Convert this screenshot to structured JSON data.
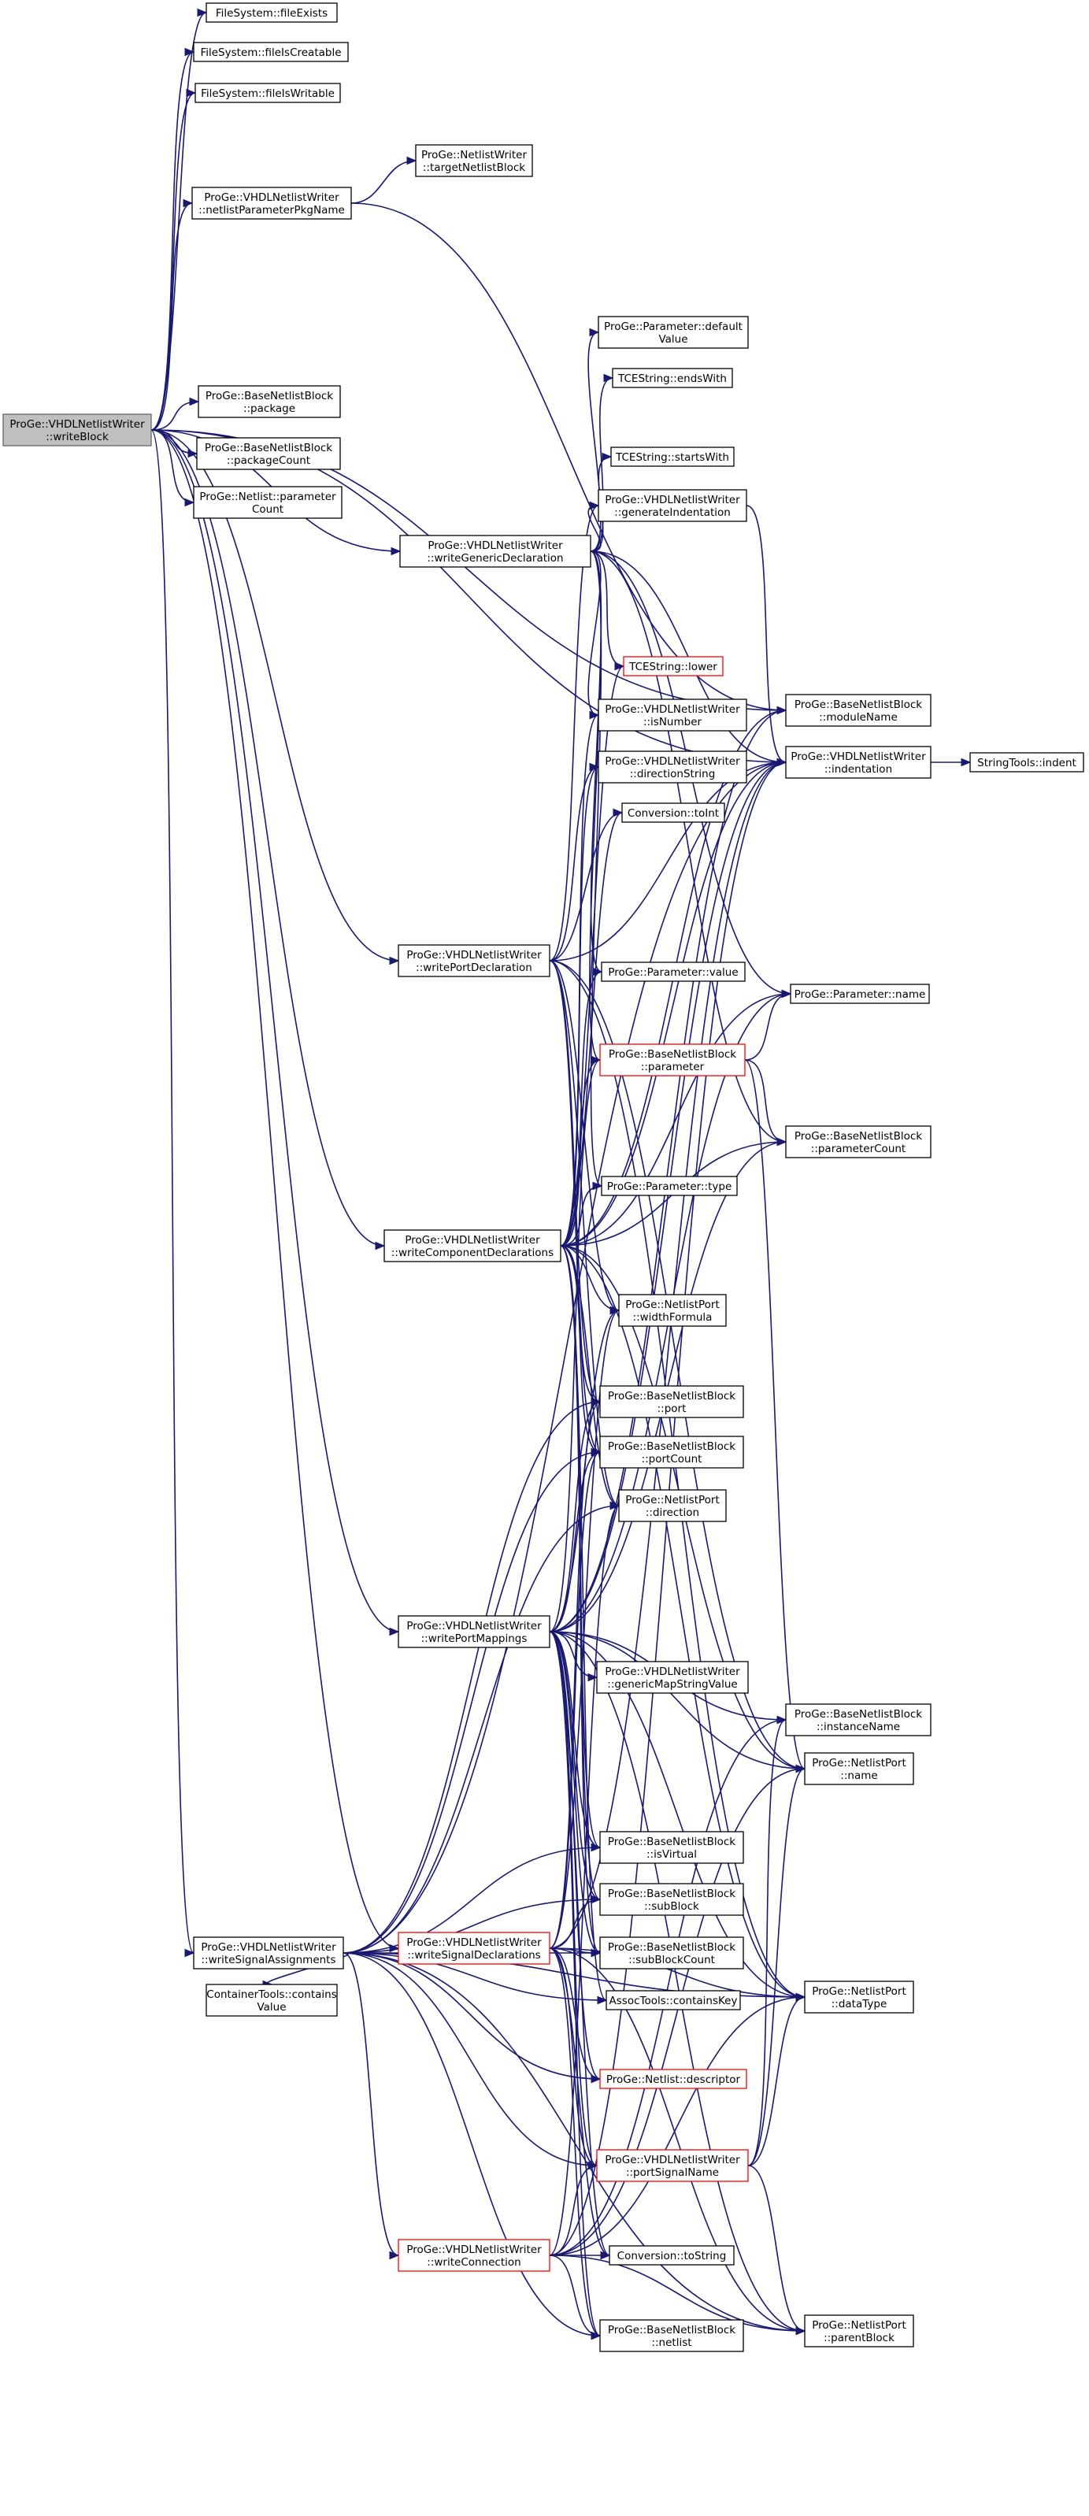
{
  "diagram": {
    "root": "writeBlock",
    "nodes": [
      {
        "id": "writeBlock",
        "lines": [
          "ProGe::VHDLNetlistWriter",
          "::writeBlock"
        ],
        "root": true
      },
      {
        "id": "fileExists",
        "lines": [
          "FileSystem::fileExists"
        ]
      },
      {
        "id": "fileIsCreatable",
        "lines": [
          "FileSystem::fileIsCreatable"
        ]
      },
      {
        "id": "fileIsWritable",
        "lines": [
          "FileSystem::fileIsWritable"
        ]
      },
      {
        "id": "targetNetlistBlock",
        "lines": [
          "ProGe::NetlistWriter",
          "::targetNetlistBlock"
        ]
      },
      {
        "id": "netlistParameterPkgName",
        "lines": [
          "ProGe::VHDLNetlistWriter",
          "::netlistParameterPkgName"
        ]
      },
      {
        "id": "defaultValue",
        "lines": [
          "ProGe::Parameter::default",
          "Value"
        ]
      },
      {
        "id": "endsWith",
        "lines": [
          "TCEString::endsWith"
        ]
      },
      {
        "id": "package",
        "lines": [
          "ProGe::BaseNetlistBlock",
          "::package"
        ]
      },
      {
        "id": "packageCount",
        "lines": [
          "ProGe::BaseNetlistBlock",
          "::packageCount"
        ]
      },
      {
        "id": "startsWith",
        "lines": [
          "TCEString::startsWith"
        ]
      },
      {
        "id": "parameterCountNetlist",
        "lines": [
          "ProGe::Netlist::parameter",
          "Count"
        ]
      },
      {
        "id": "generateIndentation",
        "lines": [
          "ProGe::VHDLNetlistWriter",
          "::generateIndentation"
        ]
      },
      {
        "id": "writeGenericDeclaration",
        "lines": [
          "ProGe::VHDLNetlistWriter",
          "::writeGenericDeclaration"
        ]
      },
      {
        "id": "lower",
        "lines": [
          "TCEString::lower"
        ],
        "red": true
      },
      {
        "id": "moduleName",
        "lines": [
          "ProGe::BaseNetlistBlock",
          "::moduleName"
        ]
      },
      {
        "id": "isNumber",
        "lines": [
          "ProGe::VHDLNetlistWriter",
          "::isNumber"
        ]
      },
      {
        "id": "indentation",
        "lines": [
          "ProGe::VHDLNetlistWriter",
          "::indentation"
        ]
      },
      {
        "id": "indent",
        "lines": [
          "StringTools::indent"
        ]
      },
      {
        "id": "directionString",
        "lines": [
          "ProGe::VHDLNetlistWriter",
          "::directionString"
        ]
      },
      {
        "id": "toInt",
        "lines": [
          "Conversion::toInt"
        ]
      },
      {
        "id": "writePortDeclaration",
        "lines": [
          "ProGe::VHDLNetlistWriter",
          "::writePortDeclaration"
        ]
      },
      {
        "id": "paramValue",
        "lines": [
          "ProGe::Parameter::value"
        ]
      },
      {
        "id": "paramName",
        "lines": [
          "ProGe::Parameter::name"
        ]
      },
      {
        "id": "parameter",
        "lines": [
          "ProGe::BaseNetlistBlock",
          "::parameter"
        ],
        "red": true
      },
      {
        "id": "parameterCount",
        "lines": [
          "ProGe::BaseNetlistBlock",
          "::parameterCount"
        ]
      },
      {
        "id": "paramType",
        "lines": [
          "ProGe::Parameter::type"
        ]
      },
      {
        "id": "writeComponentDeclarations",
        "lines": [
          "ProGe::VHDLNetlistWriter",
          "::writeComponentDeclarations"
        ]
      },
      {
        "id": "widthFormula",
        "lines": [
          "ProGe::NetlistPort",
          "::widthFormula"
        ]
      },
      {
        "id": "port",
        "lines": [
          "ProGe::BaseNetlistBlock",
          "::port"
        ]
      },
      {
        "id": "portCount",
        "lines": [
          "ProGe::BaseNetlistBlock",
          "::portCount"
        ]
      },
      {
        "id": "direction",
        "lines": [
          "ProGe::NetlistPort",
          "::direction"
        ]
      },
      {
        "id": "writePortMappings",
        "lines": [
          "ProGe::VHDLNetlistWriter",
          "::writePortMappings"
        ]
      },
      {
        "id": "genericMapStringValue",
        "lines": [
          "ProGe::VHDLNetlistWriter",
          "::genericMapStringValue"
        ]
      },
      {
        "id": "instanceName",
        "lines": [
          "ProGe::BaseNetlistBlock",
          "::instanceName"
        ]
      },
      {
        "id": "portName",
        "lines": [
          "ProGe::NetlistPort",
          "::name"
        ]
      },
      {
        "id": "isVirtual",
        "lines": [
          "ProGe::BaseNetlistBlock",
          "::isVirtual"
        ]
      },
      {
        "id": "subBlock",
        "lines": [
          "ProGe::BaseNetlistBlock",
          "::subBlock"
        ]
      },
      {
        "id": "writeSignalAssignments",
        "lines": [
          "ProGe::VHDLNetlistWriter",
          "::writeSignalAssignments"
        ]
      },
      {
        "id": "writeSignalDeclarations",
        "lines": [
          "ProGe::VHDLNetlistWriter",
          "::writeSignalDeclarations"
        ],
        "red": true
      },
      {
        "id": "subBlockCount",
        "lines": [
          "ProGe::BaseNetlistBlock",
          "::subBlockCount"
        ]
      },
      {
        "id": "containsValue",
        "lines": [
          "ContainerTools::contains",
          "Value"
        ]
      },
      {
        "id": "containsKey",
        "lines": [
          "AssocTools::containsKey"
        ]
      },
      {
        "id": "dataType",
        "lines": [
          "ProGe::NetlistPort",
          "::dataType"
        ]
      },
      {
        "id": "descriptor",
        "lines": [
          "ProGe::Netlist::descriptor"
        ],
        "red": true
      },
      {
        "id": "portSignalName",
        "lines": [
          "ProGe::VHDLNetlistWriter",
          "::portSignalName"
        ],
        "red": true
      },
      {
        "id": "writeConnection",
        "lines": [
          "ProGe::VHDLNetlistWriter",
          "::writeConnection"
        ],
        "red": true
      },
      {
        "id": "toString",
        "lines": [
          "Conversion::toString"
        ]
      },
      {
        "id": "parentBlock",
        "lines": [
          "ProGe::NetlistPort",
          "::parentBlock"
        ]
      },
      {
        "id": "netlist",
        "lines": [
          "ProGe::BaseNetlistBlock",
          "::netlist"
        ]
      }
    ],
    "edges": [
      [
        "writeBlock",
        "fileExists"
      ],
      [
        "writeBlock",
        "fileIsCreatable"
      ],
      [
        "writeBlock",
        "fileIsWritable"
      ],
      [
        "writeBlock",
        "netlistParameterPkgName"
      ],
      [
        "writeBlock",
        "moduleName"
      ],
      [
        "writeBlock",
        "package"
      ],
      [
        "writeBlock",
        "packageCount"
      ],
      [
        "writeBlock",
        "parameterCountNetlist"
      ],
      [
        "writeBlock",
        "writeGenericDeclaration"
      ],
      [
        "writeBlock",
        "writePortDeclaration"
      ],
      [
        "writeBlock",
        "writeComponentDeclarations"
      ],
      [
        "writeBlock",
        "writePortMappings"
      ],
      [
        "writeBlock",
        "writeSignalAssignments"
      ],
      [
        "writeBlock",
        "writeSignalDeclarations"
      ],
      [
        "writeBlock",
        "indentation"
      ],
      [
        "netlistParameterPkgName",
        "targetNetlistBlock"
      ],
      [
        "netlistParameterPkgName",
        "moduleName"
      ],
      [
        "writeGenericDeclaration",
        "defaultValue"
      ],
      [
        "writeGenericDeclaration",
        "endsWith"
      ],
      [
        "writeGenericDeclaration",
        "startsWith"
      ],
      [
        "writeGenericDeclaration",
        "generateIndentation"
      ],
      [
        "writeGenericDeclaration",
        "lower"
      ],
      [
        "writeGenericDeclaration",
        "indentation"
      ],
      [
        "writeGenericDeclaration",
        "isNumber"
      ],
      [
        "writeGenericDeclaration",
        "paramValue"
      ],
      [
        "writeGenericDeclaration",
        "paramName"
      ],
      [
        "writeGenericDeclaration",
        "parameter"
      ],
      [
        "writeGenericDeclaration",
        "parameterCount"
      ],
      [
        "writeGenericDeclaration",
        "paramType"
      ],
      [
        "writePortDeclaration",
        "generateIndentation"
      ],
      [
        "writePortDeclaration",
        "indentation"
      ],
      [
        "writePortDeclaration",
        "directionString"
      ],
      [
        "writePortDeclaration",
        "toInt"
      ],
      [
        "writePortDeclaration",
        "widthFormula"
      ],
      [
        "writePortDeclaration",
        "port"
      ],
      [
        "writePortDeclaration",
        "portCount"
      ],
      [
        "writePortDeclaration",
        "direction"
      ],
      [
        "writePortDeclaration",
        "portName"
      ],
      [
        "writePortDeclaration",
        "dataType"
      ],
      [
        "writeComponentDeclarations",
        "lower"
      ],
      [
        "writeComponentDeclarations",
        "moduleName"
      ],
      [
        "writeComponentDeclarations",
        "indentation"
      ],
      [
        "writeComponentDeclarations",
        "isNumber"
      ],
      [
        "writeComponentDeclarations",
        "directionString"
      ],
      [
        "writeComponentDeclarations",
        "toInt"
      ],
      [
        "writeComponentDeclarations",
        "paramValue"
      ],
      [
        "writeComponentDeclarations",
        "paramName"
      ],
      [
        "writeComponentDeclarations",
        "parameter"
      ],
      [
        "writeComponentDeclarations",
        "parameterCount"
      ],
      [
        "writeComponentDeclarations",
        "paramType"
      ],
      [
        "writeComponentDeclarations",
        "widthFormula"
      ],
      [
        "writeComponentDeclarations",
        "port"
      ],
      [
        "writeComponentDeclarations",
        "portCount"
      ],
      [
        "writeComponentDeclarations",
        "direction"
      ],
      [
        "writeComponentDeclarations",
        "portName"
      ],
      [
        "writeComponentDeclarations",
        "dataType"
      ],
      [
        "writeComponentDeclarations",
        "isVirtual"
      ],
      [
        "writeComponentDeclarations",
        "subBlock"
      ],
      [
        "writeComponentDeclarations",
        "subBlockCount"
      ],
      [
        "writeComponentDeclarations",
        "containsKey"
      ],
      [
        "writePortMappings",
        "moduleName"
      ],
      [
        "writePortMappings",
        "indentation"
      ],
      [
        "writePortMappings",
        "paramName"
      ],
      [
        "writePortMappings",
        "parameter"
      ],
      [
        "writePortMappings",
        "parameterCount"
      ],
      [
        "writePortMappings",
        "port"
      ],
      [
        "writePortMappings",
        "portCount"
      ],
      [
        "writePortMappings",
        "genericMapStringValue"
      ],
      [
        "writePortMappings",
        "instanceName"
      ],
      [
        "writePortMappings",
        "portName"
      ],
      [
        "writePortMappings",
        "isVirtual"
      ],
      [
        "writePortMappings",
        "subBlock"
      ],
      [
        "writePortMappings",
        "subBlockCount"
      ],
      [
        "writePortMappings",
        "descriptor"
      ],
      [
        "writePortMappings",
        "portSignalName"
      ],
      [
        "writePortMappings",
        "dataType"
      ],
      [
        "writePortMappings",
        "toString"
      ],
      [
        "writePortMappings",
        "parentBlock"
      ],
      [
        "writePortMappings",
        "netlist"
      ],
      [
        "writePortMappings",
        "widthFormula"
      ],
      [
        "writeSignalAssignments",
        "port"
      ],
      [
        "writeSignalAssignments",
        "portCount"
      ],
      [
        "writeSignalAssignments",
        "direction"
      ],
      [
        "writeSignalAssignments",
        "indentation"
      ],
      [
        "writeSignalAssignments",
        "isVirtual"
      ],
      [
        "writeSignalAssignments",
        "subBlock"
      ],
      [
        "writeSignalAssignments",
        "subBlockCount"
      ],
      [
        "writeSignalAssignments",
        "containsValue"
      ],
      [
        "writeSignalAssignments",
        "containsKey"
      ],
      [
        "writeSignalAssignments",
        "descriptor"
      ],
      [
        "writeSignalAssignments",
        "portSignalName"
      ],
      [
        "writeSignalAssignments",
        "writeConnection"
      ],
      [
        "writeSignalAssignments",
        "parentBlock"
      ],
      [
        "writeSignalAssignments",
        "netlist"
      ],
      [
        "writeSignalAssignments",
        "dataType"
      ],
      [
        "writeSignalDeclarations",
        "indentation"
      ],
      [
        "writeSignalDeclarations",
        "widthFormula"
      ],
      [
        "writeSignalDeclarations",
        "port"
      ],
      [
        "writeSignalDeclarations",
        "portCount"
      ],
      [
        "writeSignalDeclarations",
        "subBlock"
      ],
      [
        "writeSignalDeclarations",
        "subBlockCount"
      ],
      [
        "writeSignalDeclarations",
        "descriptor"
      ],
      [
        "writeSignalDeclarations",
        "portSignalName"
      ],
      [
        "writeSignalDeclarations",
        "dataType"
      ],
      [
        "writeSignalDeclarations",
        "netlist"
      ],
      [
        "writeSignalDeclarations",
        "parentBlock"
      ],
      [
        "writeSignalDeclarations",
        "toString"
      ],
      [
        "writeConnection",
        "indentation"
      ],
      [
        "writeConnection",
        "dataType"
      ],
      [
        "writeConnection",
        "portName"
      ],
      [
        "writeConnection",
        "portSignalName"
      ],
      [
        "writeConnection",
        "toString"
      ],
      [
        "writeConnection",
        "parentBlock"
      ],
      [
        "writeConnection",
        "netlist"
      ],
      [
        "writeConnection",
        "instanceName"
      ],
      [
        "writeConnection",
        "direction"
      ],
      [
        "portSignalName",
        "portName"
      ],
      [
        "portSignalName",
        "instanceName"
      ],
      [
        "portSignalName",
        "parentBlock"
      ],
      [
        "portSignalName",
        "dataType"
      ],
      [
        "parameter",
        "paramName"
      ],
      [
        "parameter",
        "parameterCount"
      ],
      [
        "parameter",
        "portName"
      ],
      [
        "generateIndentation",
        "indentation"
      ],
      [
        "indentation",
        "indent"
      ]
    ]
  }
}
